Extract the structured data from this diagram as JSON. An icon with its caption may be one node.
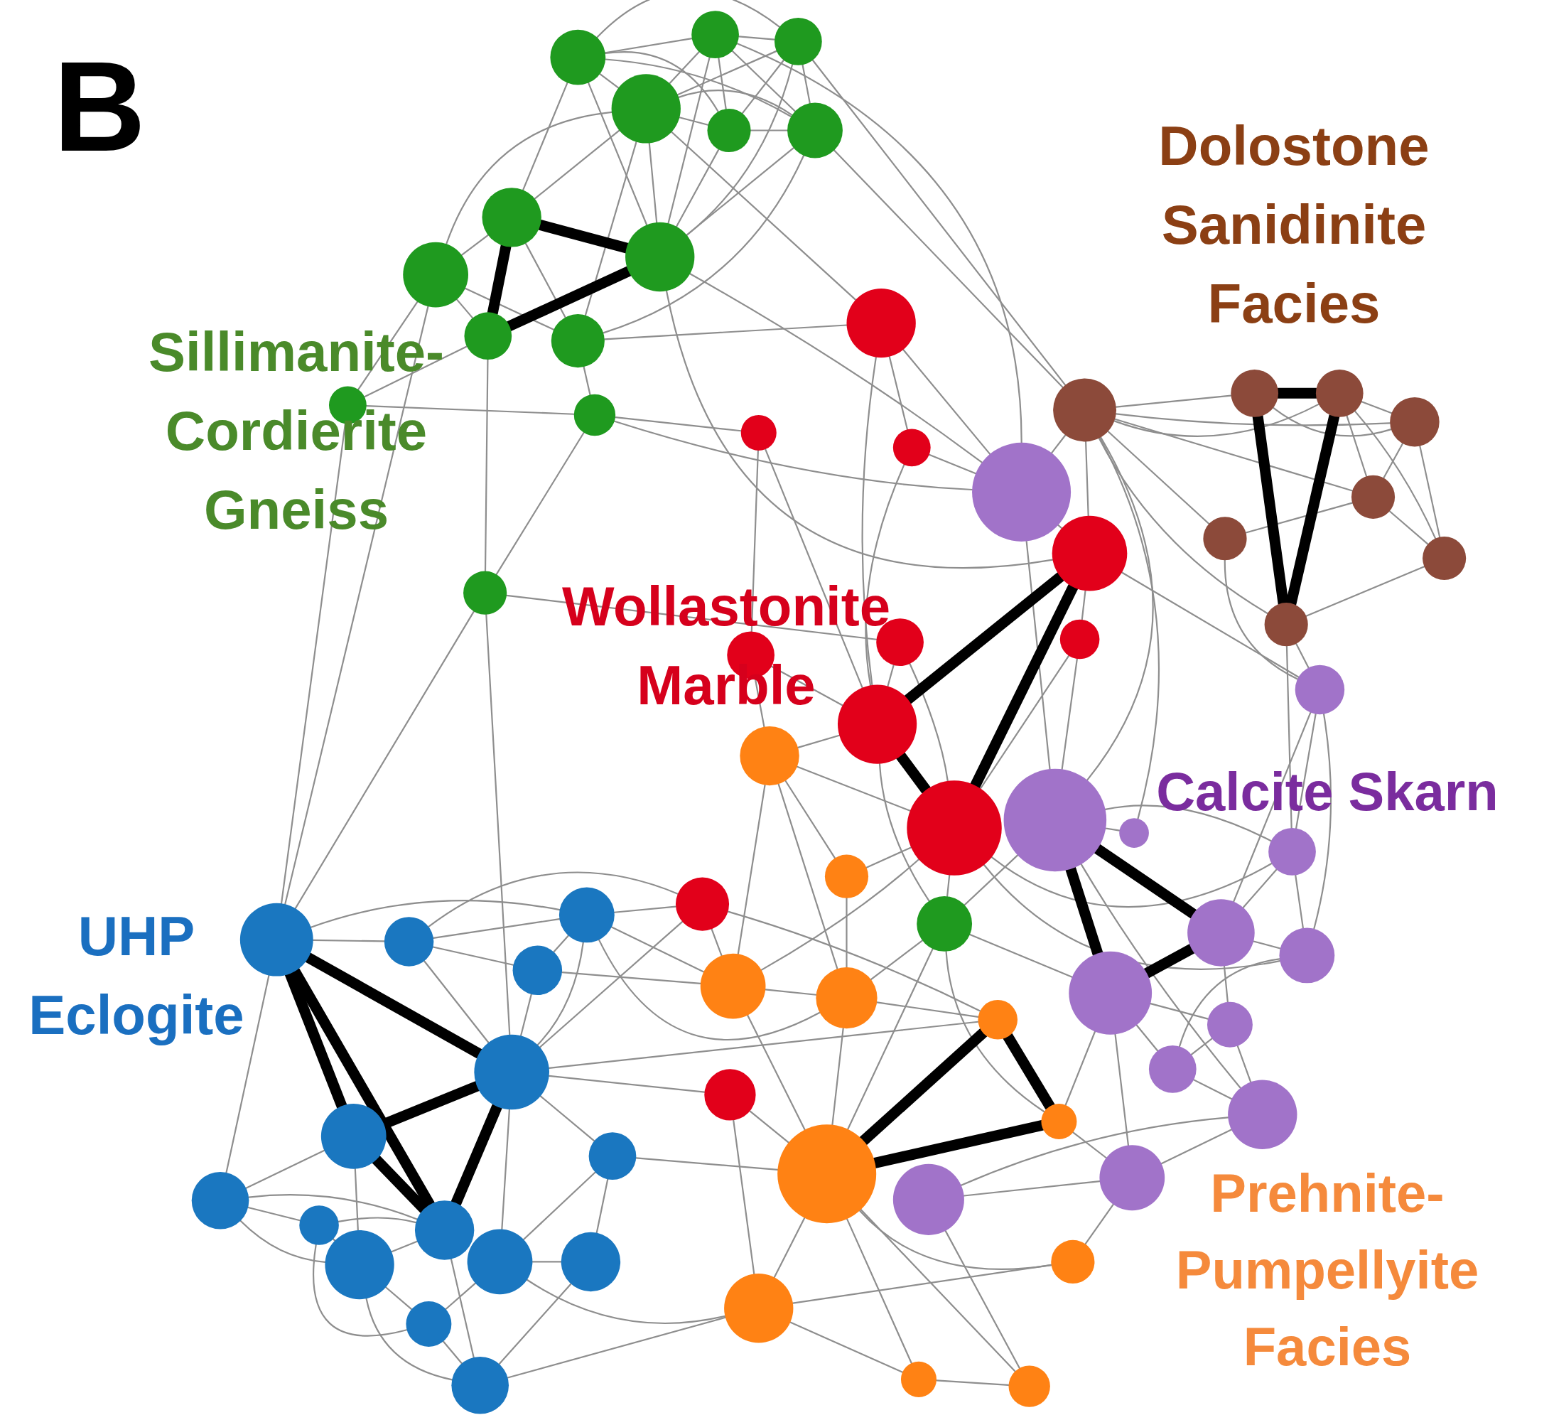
{
  "diagram": {
    "nodes": [
      {
        "text": [],
        "shape": "circle"
      },
      {
        "text": [],
        "shape": "circle"
      },
      {
        "text": [],
        "shape": "circle"
      },
      {
        "text": [],
        "shape": "circle"
      },
      {
        "text": [],
        "shape": "circle"
      },
      {
        "text": [],
        "shape": "circle"
      },
      {
        "text": [],
        "shape": "circle"
      },
      {
        "text": [],
        "shape": "circle"
      },
      {
        "text": [],
        "shape": "circle"
      },
      {
        "text": [],
        "shape": "circle"
      },
      {
        "text": [],
        "shape": "circle"
      },
      {
        "text": [],
        "shape": "circle"
      },
      {
        "text": [],
        "shape": "circle"
      },
      {
        "text": [],
        "shape": "circle"
      },
      {
        "text": [],
        "shape": "circle"
      },
      {
        "text": [],
        "shape": "circle"
      },
      {
        "text": [],
        "shape": "circle"
      },
      {
        "text": [],
        "shape": "circle"
      },
      {
        "text": [],
        "shape": "circle"
      },
      {
        "text": [],
        "shape": "circle"
      },
      {
        "text": [],
        "shape": "circle"
      },
      {
        "text": [],
        "shape": "circle"
      },
      {
        "text": [],
        "shape": "circle"
      },
      {
        "text": [],
        "shape": "circle"
      },
      {
        "text": [],
        "shape": "circle"
      },
      {
        "text": [],
        "shape": "circle"
      },
      {
        "text": [],
        "shape": "circle"
      },
      {
        "text": [],
        "shape": "circle"
      },
      {
        "text": [],
        "shape": "circle"
      },
      {
        "text": [],
        "shape": "circle"
      },
      {
        "text": [],
        "shape": "circle"
      },
      {
        "text": [],
        "shape": "circle"
      },
      {
        "text": [],
        "shape": "circle"
      },
      {
        "text": [],
        "shape": "circle"
      },
      {
        "text": [],
        "shape": "circle"
      },
      {
        "text": [],
        "shape": "circle"
      },
      {
        "text": [],
        "shape": "circle"
      },
      {
        "text": [],
        "shape": "circle"
      },
      {
        "text": [],
        "shape": "circle"
      },
      {
        "text": [],
        "shape": "circle"
      },
      {
        "text": [],
        "shape": "circle"
      },
      {
        "text": [],
        "shape": "circle"
      },
      {
        "text": [],
        "shape": "circle"
      },
      {
        "text": [],
        "shape": "circle"
      },
      {
        "text": [],
        "shape": "circle"
      },
      {
        "text": [],
        "shape": "circle"
      },
      {
        "text": [],
        "shape": "circle"
      },
      {
        "text": [],
        "shape": "circle"
      },
      {
        "text": [],
        "shape": "circle"
      },
      {
        "text": [],
        "shape": "circle"
      },
      {
        "text": [],
        "shape": "circle"
      },
      {
        "text": [],
        "shape": "circle"
      },
      {
        "text": [],
        "shape": "circle"
      },
      {
        "text": [],
        "shape": "circle"
      },
      {
        "text": [],
        "shape": "circle"
      },
      {
        "text": [],
        "shape": "circle"
      },
      {
        "text": [],
        "shape": "circle"
      },
      {
        "text": [],
        "shape": "circle"
      },
      {
        "text": [],
        "shape": "circle"
      },
      {
        "text": [],
        "shape": "circle"
      },
      {
        "text": [],
        "shape": "circle"
      },
      {
        "text": [],
        "shape": "circle"
      },
      {
        "text": [],
        "shape": "circle"
      },
      {
        "text": [],
        "shape": "circle"
      },
      {
        "text": [],
        "shape": "circle"
      },
      {
        "text": [],
        "shape": "circle"
      },
      {
        "text": [],
        "shape": "circle"
      },
      {
        "text": [],
        "shape": "circle"
      },
      {
        "text": [],
        "shape": "circle"
      },
      {
        "text": [],
        "shape": "circle"
      },
      {
        "text": [],
        "shape": "circle"
      },
      {
        "text": [],
        "shape": "circle"
      },
      {
        "text": [],
        "shape": "circle"
      }
    ],
    "edges": [
      {
        "from": 0,
        "to": 1,
        "arrow": "none"
      },
      {
        "from": 0,
        "to": 2,
        "arrow": "none"
      },
      {
        "from": 0,
        "to": 3,
        "arrow": "none"
      },
      {
        "from": 0,
        "to": 4,
        "arrow": "none"
      },
      {
        "from": 0,
        "to": 5,
        "arrow": "none"
      },
      {
        "from": 0,
        "to": 6,
        "arrow": "none"
      },
      {
        "from": 0,
        "to": 8,
        "arrow": "none"
      },
      {
        "from": 1,
        "to": 2,
        "arrow": "none"
      },
      {
        "from": 1,
        "to": 3,
        "arrow": "none"
      },
      {
        "from": 1,
        "to": 4,
        "arrow": "none"
      },
      {
        "from": 1,
        "to": 5,
        "arrow": "none"
      },
      {
        "from": 1,
        "to": 8,
        "arrow": "none"
      },
      {
        "from": 2,
        "to": 3,
        "arrow": "none"
      },
      {
        "from": 2,
        "to": 4,
        "arrow": "none"
      },
      {
        "from": 2,
        "to": 5,
        "arrow": "none"
      },
      {
        "from": 2,
        "to": 8,
        "arrow": "none"
      },
      {
        "from": 3,
        "to": 4,
        "arrow": "none"
      },
      {
        "from": 3,
        "to": 5,
        "arrow": "none"
      },
      {
        "from": 3,
        "to": 6,
        "arrow": "none"
      },
      {
        "from": 3,
        "to": 7,
        "arrow": "none"
      },
      {
        "from": 3,
        "to": 8,
        "arrow": "none"
      },
      {
        "from": 3,
        "to": 9,
        "arrow": "none"
      },
      {
        "from": 4,
        "to": 5,
        "arrow": "none"
      },
      {
        "from": 4,
        "to": 8,
        "arrow": "none"
      },
      {
        "from": 5,
        "to": 8,
        "arrow": "none"
      },
      {
        "from": 5,
        "to": 9,
        "arrow": "none"
      },
      {
        "from": 6,
        "to": 7,
        "arrow": "none"
      },
      {
        "from": 6,
        "to": 9,
        "arrow": "none"
      },
      {
        "from": 7,
        "to": 9,
        "arrow": "none"
      },
      {
        "from": 7,
        "to": 10,
        "arrow": "none"
      },
      {
        "from": 7,
        "to": 11,
        "arrow": "none"
      },
      {
        "from": 9,
        "to": 12,
        "arrow": "none"
      },
      {
        "from": 10,
        "to": 11,
        "arrow": "none"
      },
      {
        "from": 10,
        "to": 13,
        "arrow": "none"
      },
      {
        "from": 11,
        "to": 12,
        "arrow": "none"
      },
      {
        "from": 12,
        "to": 13,
        "arrow": "none"
      },
      {
        "from": 5,
        "to": 26,
        "arrow": "none"
      },
      {
        "from": 2,
        "to": 26,
        "arrow": "none"
      },
      {
        "from": 1,
        "to": 34,
        "arrow": "none"
      },
      {
        "from": 8,
        "to": 34,
        "arrow": "none"
      },
      {
        "from": 12,
        "to": 34,
        "arrow": "none"
      },
      {
        "from": 12,
        "to": 16,
        "arrow": "none"
      },
      {
        "from": 9,
        "to": 15,
        "arrow": "none"
      },
      {
        "from": 13,
        "to": 58,
        "arrow": "none"
      },
      {
        "from": 13,
        "to": 20,
        "arrow": "none"
      },
      {
        "from": 7,
        "to": 58,
        "arrow": "none"
      },
      {
        "from": 11,
        "to": 58,
        "arrow": "none"
      },
      {
        "from": 13,
        "to": 62,
        "arrow": "none"
      },
      {
        "from": 3,
        "to": 15,
        "arrow": "none"
      },
      {
        "from": 8,
        "to": 18,
        "arrow": "none"
      },
      {
        "from": 14,
        "to": 22,
        "arrow": "none"
      },
      {
        "from": 14,
        "to": 23,
        "arrow": "none"
      },
      {
        "from": 14,
        "to": 37,
        "arrow": "none"
      },
      {
        "from": 14,
        "to": 41,
        "arrow": "none"
      },
      {
        "from": 14,
        "to": 50,
        "arrow": "none"
      },
      {
        "from": 14,
        "to": 52,
        "arrow": "none"
      },
      {
        "from": 14,
        "to": 53,
        "arrow": "none"
      },
      {
        "from": 15,
        "to": 17,
        "arrow": "none"
      },
      {
        "from": 15,
        "to": 22,
        "arrow": "none"
      },
      {
        "from": 15,
        "to": 34,
        "arrow": "none"
      },
      {
        "from": 16,
        "to": 19,
        "arrow": "none"
      },
      {
        "from": 16,
        "to": 22,
        "arrow": "none"
      },
      {
        "from": 17,
        "to": 22,
        "arrow": "none"
      },
      {
        "from": 17,
        "to": 34,
        "arrow": "none"
      },
      {
        "from": 18,
        "to": 21,
        "arrow": "none"
      },
      {
        "from": 18,
        "to": 26,
        "arrow": "none"
      },
      {
        "from": 18,
        "to": 34,
        "arrow": "none"
      },
      {
        "from": 18,
        "to": 35,
        "arrow": "none"
      },
      {
        "from": 19,
        "to": 22,
        "arrow": "none"
      },
      {
        "from": 19,
        "to": 47,
        "arrow": "none"
      },
      {
        "from": 20,
        "to": 22,
        "arrow": "none"
      },
      {
        "from": 20,
        "to": 23,
        "arrow": "none"
      },
      {
        "from": 21,
        "to": 23,
        "arrow": "none"
      },
      {
        "from": 21,
        "to": 37,
        "arrow": "none"
      },
      {
        "from": 23,
        "to": 38,
        "arrow": "none"
      },
      {
        "from": 23,
        "to": 40,
        "arrow": "none"
      },
      {
        "from": 23,
        "to": 48,
        "arrow": "none"
      },
      {
        "from": 23,
        "to": 49,
        "arrow": "none"
      },
      {
        "from": 24,
        "to": 49,
        "arrow": "none"
      },
      {
        "from": 24,
        "to": 51,
        "arrow": "none"
      },
      {
        "from": 24,
        "to": 59,
        "arrow": "none"
      },
      {
        "from": 24,
        "to": 62,
        "arrow": "none"
      },
      {
        "from": 24,
        "to": 60,
        "arrow": "none"
      },
      {
        "from": 25,
        "to": 53,
        "arrow": "none"
      },
      {
        "from": 25,
        "to": 62,
        "arrow": "none"
      },
      {
        "from": 25,
        "to": 55,
        "arrow": "none"
      },
      {
        "from": 22,
        "to": 47,
        "arrow": "none"
      },
      {
        "from": 26,
        "to": 27,
        "arrow": "none"
      },
      {
        "from": 26,
        "to": 28,
        "arrow": "none"
      },
      {
        "from": 26,
        "to": 29,
        "arrow": "none"
      },
      {
        "from": 26,
        "to": 30,
        "arrow": "none"
      },
      {
        "from": 26,
        "to": 31,
        "arrow": "none"
      },
      {
        "from": 26,
        "to": 33,
        "arrow": "none"
      },
      {
        "from": 26,
        "to": 34,
        "arrow": "none"
      },
      {
        "from": 27,
        "to": 29,
        "arrow": "none"
      },
      {
        "from": 28,
        "to": 29,
        "arrow": "none"
      },
      {
        "from": 28,
        "to": 30,
        "arrow": "none"
      },
      {
        "from": 28,
        "to": 32,
        "arrow": "none"
      },
      {
        "from": 29,
        "to": 30,
        "arrow": "none"
      },
      {
        "from": 29,
        "to": 32,
        "arrow": "none"
      },
      {
        "from": 30,
        "to": 31,
        "arrow": "none"
      },
      {
        "from": 30,
        "to": 32,
        "arrow": "none"
      },
      {
        "from": 32,
        "to": 33,
        "arrow": "none"
      },
      {
        "from": 31,
        "to": 35,
        "arrow": "none"
      },
      {
        "from": 33,
        "to": 35,
        "arrow": "none"
      },
      {
        "from": 26,
        "to": 36,
        "arrow": "none"
      },
      {
        "from": 33,
        "to": 38,
        "arrow": "none"
      },
      {
        "from": 26,
        "to": 37,
        "arrow": "none"
      },
      {
        "from": 34,
        "to": 37,
        "arrow": "none"
      },
      {
        "from": 35,
        "to": 40,
        "arrow": "none"
      },
      {
        "from": 35,
        "to": 38,
        "arrow": "none"
      },
      {
        "from": 36,
        "to": 37,
        "arrow": "none"
      },
      {
        "from": 37,
        "to": 38,
        "arrow": "none"
      },
      {
        "from": 37,
        "to": 44,
        "arrow": "none"
      },
      {
        "from": 38,
        "to": 39,
        "arrow": "none"
      },
      {
        "from": 38,
        "to": 40,
        "arrow": "none"
      },
      {
        "from": 39,
        "to": 40,
        "arrow": "none"
      },
      {
        "from": 39,
        "to": 42,
        "arrow": "none"
      },
      {
        "from": 40,
        "to": 43,
        "arrow": "none"
      },
      {
        "from": 41,
        "to": 42,
        "arrow": "none"
      },
      {
        "from": 41,
        "to": 43,
        "arrow": "none"
      },
      {
        "from": 41,
        "to": 46,
        "arrow": "none"
      },
      {
        "from": 42,
        "to": 43,
        "arrow": "none"
      },
      {
        "from": 42,
        "to": 44,
        "arrow": "none"
      },
      {
        "from": 43,
        "to": 44,
        "arrow": "none"
      },
      {
        "from": 44,
        "to": 46,
        "arrow": "none"
      },
      {
        "from": 45,
        "to": 46,
        "arrow": "none"
      },
      {
        "from": 44,
        "to": 45,
        "arrow": "none"
      },
      {
        "from": 46,
        "to": 52,
        "arrow": "none"
      },
      {
        "from": 45,
        "to": 57,
        "arrow": "none"
      },
      {
        "from": 35,
        "to": 39,
        "arrow": "none"
      },
      {
        "from": 47,
        "to": 48,
        "arrow": "none"
      },
      {
        "from": 47,
        "to": 49,
        "arrow": "none"
      },
      {
        "from": 47,
        "to": 50,
        "arrow": "none"
      },
      {
        "from": 48,
        "to": 50,
        "arrow": "none"
      },
      {
        "from": 49,
        "to": 50,
        "arrow": "none"
      },
      {
        "from": 49,
        "to": 53,
        "arrow": "none"
      },
      {
        "from": 50,
        "to": 51,
        "arrow": "none"
      },
      {
        "from": 50,
        "to": 53,
        "arrow": "none"
      },
      {
        "from": 41,
        "to": 52,
        "arrow": "none"
      },
      {
        "from": 53,
        "to": 55,
        "arrow": "none"
      },
      {
        "from": 53,
        "to": 56,
        "arrow": "none"
      },
      {
        "from": 53,
        "to": 57,
        "arrow": "none"
      },
      {
        "from": 53,
        "to": 54,
        "arrow": "none"
      },
      {
        "from": 54,
        "to": 55,
        "arrow": "none"
      },
      {
        "from": 55,
        "to": 56,
        "arrow": "none"
      },
      {
        "from": 55,
        "to": 72,
        "arrow": "none"
      },
      {
        "from": 56,
        "to": 57,
        "arrow": "none"
      },
      {
        "from": 54,
        "to": 46,
        "arrow": "none"
      },
      {
        "from": 47,
        "to": 23,
        "arrow": "none"
      },
      {
        "from": 49,
        "to": 60,
        "arrow": "none"
      },
      {
        "from": 51,
        "to": 62,
        "arrow": "none"
      },
      {
        "from": 53,
        "to": 64,
        "arrow": "none"
      },
      {
        "from": 55,
        "to": 69,
        "arrow": "none"
      },
      {
        "from": 58,
        "to": 59,
        "arrow": "none"
      },
      {
        "from": 58,
        "to": 60,
        "arrow": "none"
      },
      {
        "from": 58,
        "to": 65,
        "arrow": "none"
      },
      {
        "from": 59,
        "to": 60,
        "arrow": "none"
      },
      {
        "from": 59,
        "to": 61,
        "arrow": "none"
      },
      {
        "from": 59,
        "to": 62,
        "arrow": "none"
      },
      {
        "from": 60,
        "to": 61,
        "arrow": "none"
      },
      {
        "from": 60,
        "to": 62,
        "arrow": "none"
      },
      {
        "from": 61,
        "to": 62,
        "arrow": "none"
      },
      {
        "from": 62,
        "to": 64,
        "arrow": "none"
      },
      {
        "from": 62,
        "to": 69,
        "arrow": "none"
      },
      {
        "from": 63,
        "to": 65,
        "arrow": "none"
      },
      {
        "from": 63,
        "to": 68,
        "arrow": "none"
      },
      {
        "from": 64,
        "to": 69,
        "arrow": "none"
      },
      {
        "from": 64,
        "to": 70,
        "arrow": "none"
      },
      {
        "from": 65,
        "to": 66,
        "arrow": "none"
      },
      {
        "from": 65,
        "to": 67,
        "arrow": "none"
      },
      {
        "from": 65,
        "to": 68,
        "arrow": "none"
      },
      {
        "from": 66,
        "to": 67,
        "arrow": "none"
      },
      {
        "from": 66,
        "to": 68,
        "arrow": "none"
      },
      {
        "from": 67,
        "to": 68,
        "arrow": "none"
      },
      {
        "from": 68,
        "to": 71,
        "arrow": "none"
      },
      {
        "from": 68,
        "to": 72,
        "arrow": "none"
      },
      {
        "from": 69,
        "to": 70,
        "arrow": "none"
      },
      {
        "from": 69,
        "to": 71,
        "arrow": "none"
      },
      {
        "from": 70,
        "to": 72,
        "arrow": "none"
      },
      {
        "from": 71,
        "to": 72,
        "arrow": "none"
      },
      {
        "from": 66,
        "to": 71,
        "arrow": "none"
      },
      {
        "from": 67,
        "to": 72,
        "arrow": "none"
      },
      {
        "from": 60,
        "to": 50,
        "arrow": "none"
      },
      {
        "from": 61,
        "to": 49,
        "arrow": "none"
      },
      {
        "from": 6,
        "to": 8,
        "arrow": "none",
        "style": "thick",
        "color": "#000000"
      },
      {
        "from": 8,
        "to": 10,
        "arrow": "none",
        "style": "thick",
        "color": "#000000"
      },
      {
        "from": 10,
        "to": 6,
        "arrow": "none",
        "style": "thick",
        "color": "#000000"
      },
      {
        "from": 27,
        "to": 28,
        "arrow": "none",
        "style": "thick",
        "color": "#000000"
      },
      {
        "from": 28,
        "to": 33,
        "arrow": "none",
        "style": "thick",
        "color": "#000000"
      },
      {
        "from": 33,
        "to": 27,
        "arrow": "none",
        "style": "thick",
        "color": "#000000"
      },
      {
        "from": 18,
        "to": 22,
        "arrow": "none",
        "style": "thick",
        "color": "#000000"
      },
      {
        "from": 22,
        "to": 23,
        "arrow": "none",
        "style": "thick",
        "color": "#000000"
      },
      {
        "from": 23,
        "to": 18,
        "arrow": "none",
        "style": "thick",
        "color": "#000000"
      },
      {
        "from": 37,
        "to": 39,
        "arrow": "none",
        "style": "thick",
        "color": "#000000"
      },
      {
        "from": 39,
        "to": 41,
        "arrow": "none",
        "style": "thick",
        "color": "#000000"
      },
      {
        "from": 41,
        "to": 37,
        "arrow": "none",
        "style": "thick",
        "color": "#000000"
      },
      {
        "from": 58,
        "to": 62,
        "arrow": "none",
        "style": "thick",
        "color": "#000000"
      },
      {
        "from": 58,
        "to": 67,
        "arrow": "none",
        "style": "thick",
        "color": "#000000"
      },
      {
        "from": 58,
        "to": 63,
        "arrow": "none",
        "style": "thick",
        "color": "#000000"
      },
      {
        "from": 62,
        "to": 63,
        "arrow": "none",
        "style": "thick",
        "color": "#000000"
      },
      {
        "from": 62,
        "to": 67,
        "arrow": "none",
        "style": "thick",
        "color": "#000000"
      },
      {
        "from": 63,
        "to": 67,
        "arrow": "none",
        "style": "thick",
        "color": "#000000"
      },
      {
        "from": 51,
        "to": 53,
        "arrow": "none",
        "style": "thick",
        "color": "#000000"
      },
      {
        "from": 53,
        "to": 52,
        "arrow": "none",
        "style": "thick",
        "color": "#000000"
      },
      {
        "from": 52,
        "to": 51,
        "arrow": "none",
        "style": "thick",
        "color": "#000000"
      }
    ],
    "labels": [
      "B",
      "Sillimanite-Cordierite Gneiss",
      "Dolostone Sanidinite Facies",
      "Wollastonite Marble",
      "Calcite Skarn",
      "UHP Eclogite",
      "Prehnite-Pumpellyite Facies"
    ]
  }
}
